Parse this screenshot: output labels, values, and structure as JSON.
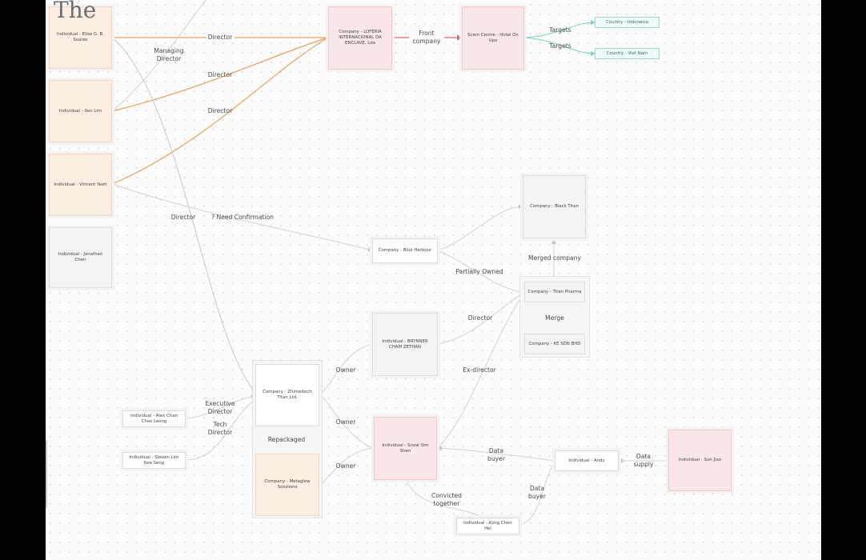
{
  "title_fragment": "The",
  "nodes": {
    "elise": "Individual - Elise G. B. Soares",
    "xen": "Individual - Xen Lim",
    "vincent": "Individual - Vincent Yeoh",
    "jonathan": "Individual - Jonathan Chen",
    "loferia": "Company - LOFERIA INTERNACIONAL DA ENCLAVE, Lda",
    "scam_centre": "Scam Centre - Hotel On Upo",
    "indonesia": "Country - Indonesia",
    "vietnam": "Country - Viet Nam",
    "black_titan": "Company - Black Titan",
    "blue_harbour": "Company - Blue Harbour",
    "titan_pharma": "Company - Titan Pharma",
    "ke_sdn": "Company - KE SDN BHD",
    "brynner": "Individual - BRYNNER CHAM ZETHAN",
    "zhimeitech": "Company - Zhimeitech Titan Ltd.",
    "metaglow": "Company - Metaglow Solutions",
    "alex": "Individual - Alex Chan Choo Leong",
    "steven": "Individual - Steven Lim Kee Seng",
    "snow": "Individual - Snow Sim Shen",
    "andy": "Individual - Andy",
    "sun_jiao": "Individual - Sun Jiao",
    "kong": "Individual - Kong Chen Hei"
  },
  "edges": {
    "managing_director": "Managing Director",
    "director_1": "Director",
    "director_2": "Director",
    "director_3": "Director",
    "front_company": "Front company",
    "targets_1": "Targets",
    "targets_2": "Targets",
    "director_4": "Director",
    "need_confirmation": "? Need Confirmation",
    "partially_owned": "Partially Owned",
    "merged_company": "Merged company",
    "merge": "Merge",
    "director_5": "Director",
    "ex_director": "Ex-director",
    "owner_1": "Owner",
    "owner_2": "Owner",
    "owner_3": "Owner",
    "executive_director": "Executive Director",
    "tech_director": "Tech Director",
    "repackaged": "Repackaged",
    "data_buyer_1": "Data buyer",
    "data_buyer_2": "Data buyer",
    "data_supply": "Data supply",
    "convicted_together": "Convicted together"
  },
  "colors": {
    "person_of_interest": "#fbeee3",
    "flagged": "#fbe7ea",
    "neutral": "#f4f4f4",
    "country": "#eefaf8",
    "director_link": "#e8a25c",
    "front_link": "#e06a6a",
    "target_link": "#7ccfc2",
    "default_link": "#d2d2d2"
  }
}
